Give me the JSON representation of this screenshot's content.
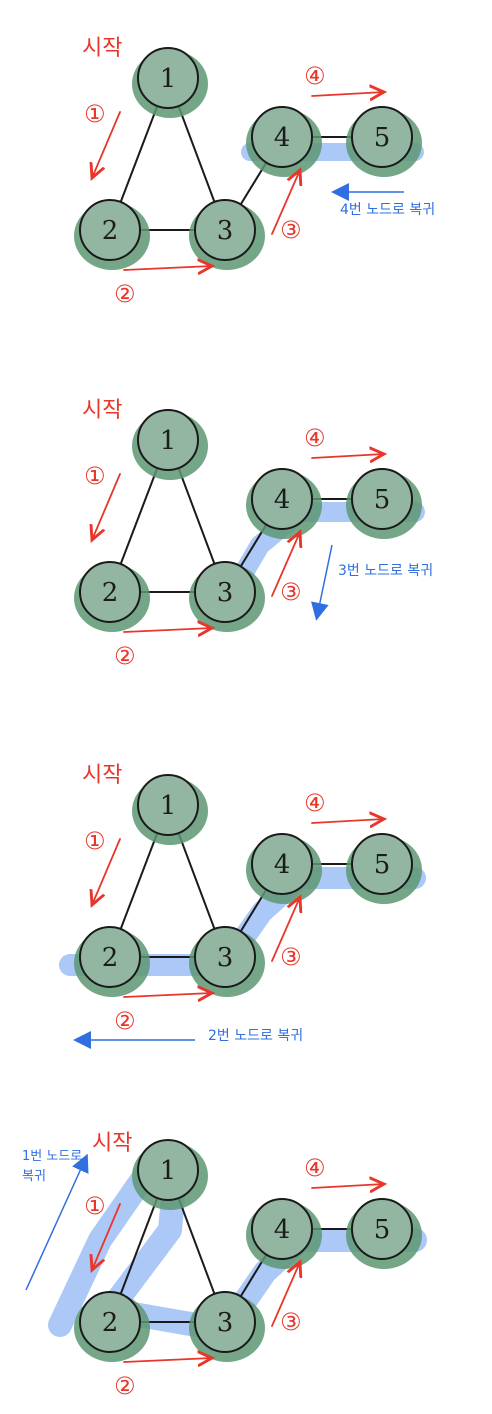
{
  "start_label": "시작",
  "step_labels": [
    "①",
    "②",
    "③",
    "④"
  ],
  "node_labels": [
    "1",
    "2",
    "3",
    "4",
    "5"
  ],
  "colors": {
    "node_fill": "#93b6a3",
    "node_blob": "#5d9773",
    "step_red": "#e8362b",
    "return_blue": "#2f6fe0",
    "highlight_blue": "#8fb6f4"
  },
  "panels": [
    {
      "return_note": "4번 노드로 복귀"
    },
    {
      "return_note": "3번 노드로 복귀"
    },
    {
      "return_note": "2번 노드로 복귀"
    },
    {
      "return_note": "1번 노드로 복귀"
    }
  ]
}
